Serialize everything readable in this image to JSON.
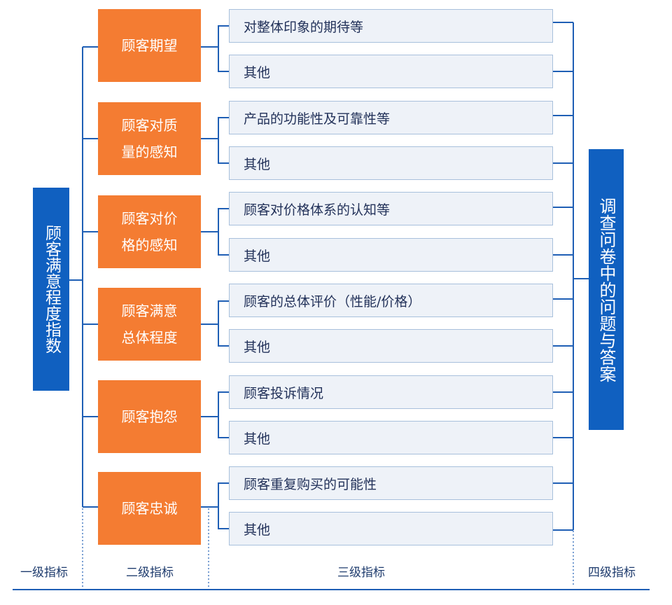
{
  "level1": {
    "label": "顾客满意程度指数"
  },
  "level2": [
    {
      "label": "顾客期望"
    },
    {
      "label": "顾客对质量的感知"
    },
    {
      "label": "顾客对价格的感知"
    },
    {
      "label": "顾客满意总体程度"
    },
    {
      "label": "顾客抱怨"
    },
    {
      "label": "顾客忠诚"
    }
  ],
  "level3": [
    {
      "label": "对整体印象的期待等"
    },
    {
      "label": "其他"
    },
    {
      "label": "产品的功能性及可靠性等"
    },
    {
      "label": "其他"
    },
    {
      "label": "顾客对价格体系的认知等"
    },
    {
      "label": "其他"
    },
    {
      "label": "顾客的总体评价（性能/价格）"
    },
    {
      "label": "其他"
    },
    {
      "label": "顾客投诉情况"
    },
    {
      "label": "其他"
    },
    {
      "label": "顾客重复购买的可能性"
    },
    {
      "label": "其他"
    }
  ],
  "level4": {
    "label": "调查问卷中的问题与答案"
  },
  "footer": {
    "col1": "一级指标",
    "col2": "二级指标",
    "col3": "三级指标",
    "col4": "四级指标"
  },
  "colors": {
    "blue": "#1060c0",
    "orange": "#f47c32",
    "line": "#1f5fb5",
    "box_bg": "#eef2f8",
    "box_border": "#a8c0dc"
  }
}
